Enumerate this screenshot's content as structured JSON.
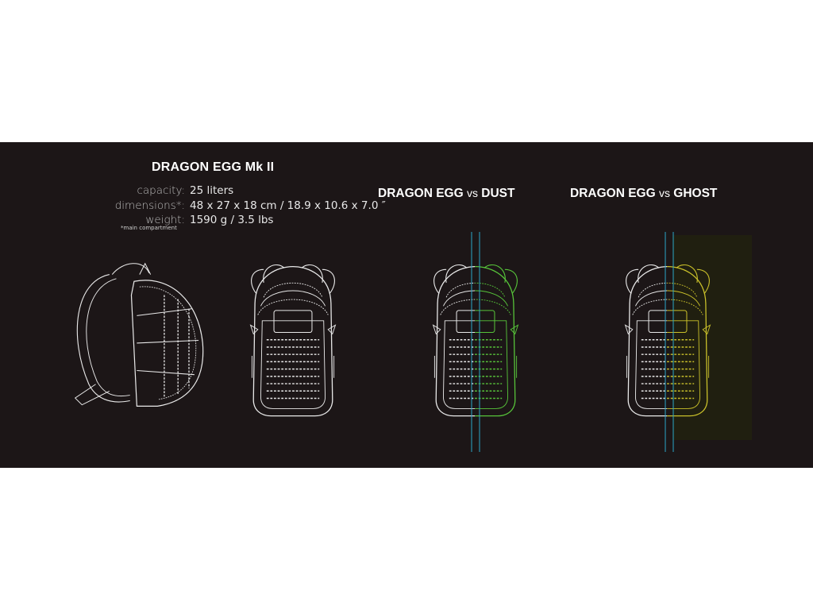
{
  "product": {
    "title": "DRAGON EGG Mk II",
    "specs": [
      {
        "label": "capacity:",
        "value": "25 liters"
      },
      {
        "label": "dimensions*:",
        "value": "48 x 27 x 18 cm / 18.9 x 10.6 x 7.0 ″"
      },
      {
        "label": "weight:",
        "value": "1590 g / 3.5 lbs"
      }
    ],
    "note": "*main compartment"
  },
  "comparisons": [
    {
      "name": "DRAGON EGG",
      "vs": "vs",
      "other": "DUST",
      "accent": "#57c43a",
      "divider": "#2aa6c8"
    },
    {
      "name": "DRAGON EGG",
      "vs": "vs",
      "other": "GHOST",
      "accent": "#c9c02a",
      "divider": "#2aa6c8"
    }
  ],
  "colors": {
    "background": "#1c1617",
    "line": "#e9e9e9",
    "page": "#ffffff"
  }
}
